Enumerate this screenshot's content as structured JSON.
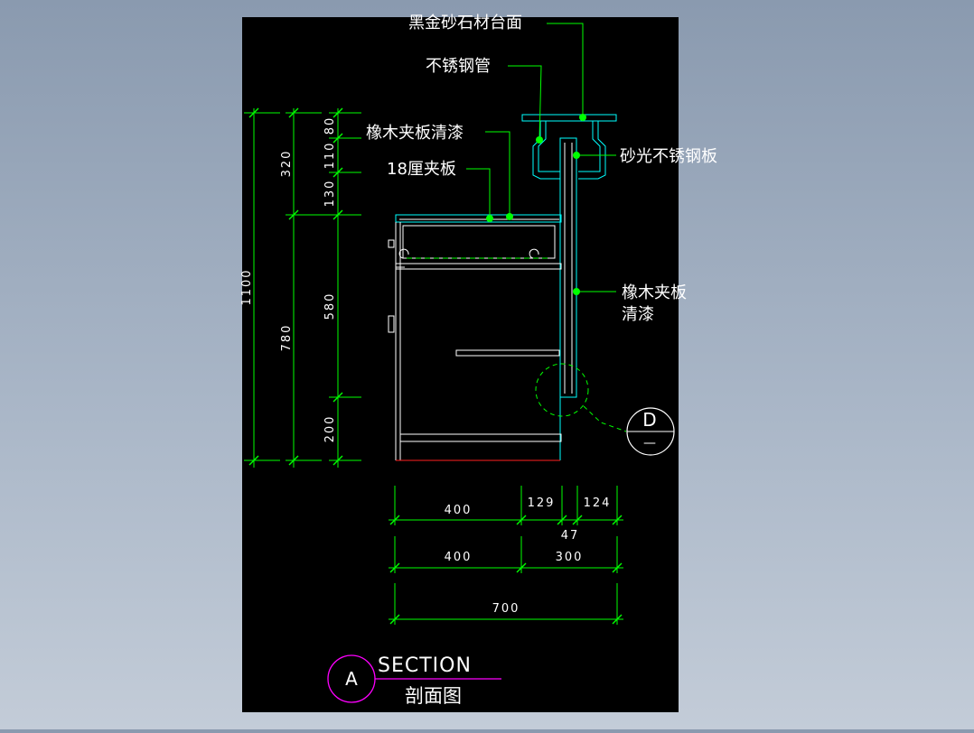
{
  "drawing": {
    "background": "#000000",
    "colors": {
      "dimension": "#00ff00",
      "leader": "#00ff00",
      "text": "#ffffff",
      "cyan": "#00ffff",
      "magenta": "#ff00ff",
      "red": "#ff2020"
    }
  },
  "annotations": {
    "countertop": "黑金砂石材台面",
    "steel_tube": "不锈钢管",
    "oak_plywood_top": "橡木夹板清漆",
    "plywood_18": "18厘夹板",
    "brushed_steel": "砂光不锈钢板",
    "oak_plywood_side_1": "橡木夹板",
    "oak_plywood_side_2": "清漆"
  },
  "dimensions": {
    "v_80": "80",
    "v_110": "110",
    "v_130": "130",
    "v_320": "320",
    "v_580": "580",
    "v_200": "200",
    "v_780": "780",
    "v_1100": "1100",
    "h_400a": "400",
    "h_129": "129",
    "h_47": "47",
    "h_124": "124",
    "h_400b": "400",
    "h_300": "300",
    "h_700": "700"
  },
  "detail_marker": {
    "letter": "D",
    "sub": "—"
  },
  "title": {
    "marker": "A",
    "line1": "SECTION",
    "line2": "剖面图"
  }
}
